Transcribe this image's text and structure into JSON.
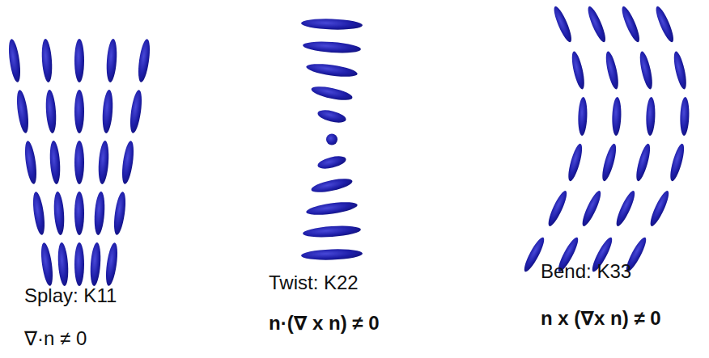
{
  "diagram": {
    "labels": [
      "Splay: K11",
      "∇·n ≠ 0",
      "Twist: K22",
      "n·(∇ x n) ≠ 0",
      "Bend: K33",
      "n x (∇x n) ≠ 0"
    ]
  }
}
